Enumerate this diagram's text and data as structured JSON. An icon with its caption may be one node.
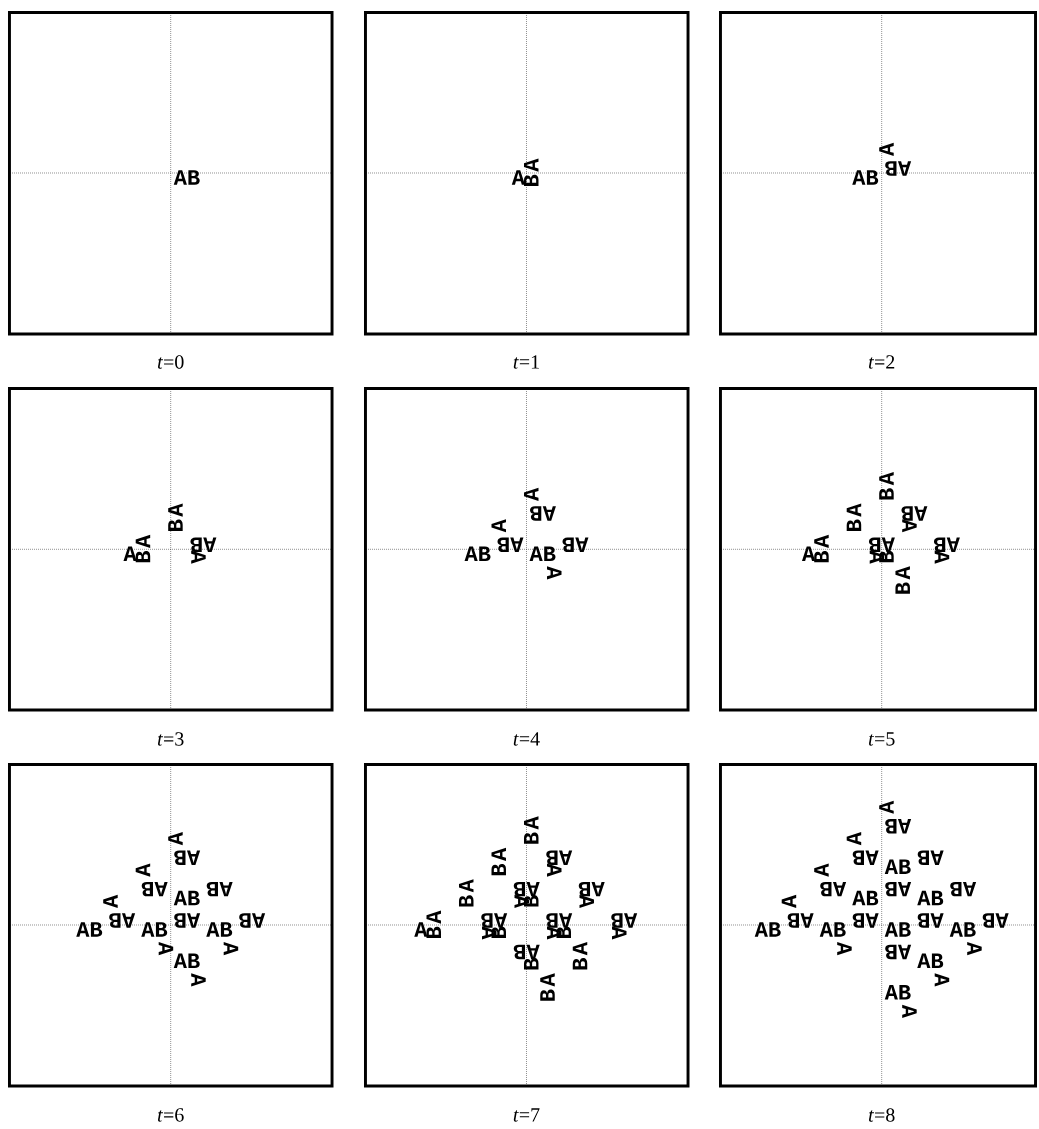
{
  "diagram": {
    "nodes": [
      {
        "text": [
          "AB"
        ],
        "beside": [
          "*t*=0"
        ]
      },
      {
        "text": [
          "A",
          "A",
          "B"
        ],
        "beside": [
          "*t*=1"
        ]
      },
      {
        "text": [
          "A",
          "AB",
          "AB"
        ],
        "beside": [
          "*t*=2"
        ]
      },
      {
        "text": [
          "A",
          "B",
          "A",
          "AB",
          "A",
          "B",
          "A"
        ],
        "beside": [
          "*t*=3"
        ]
      },
      {
        "text": [
          "A",
          "AB",
          "A",
          "AB",
          "AB",
          "AB",
          "AB",
          "A"
        ],
        "beside": [
          "*t*=4"
        ]
      },
      {
        "text": [
          "A",
          "B",
          "A",
          "AB",
          "B",
          "A",
          "A",
          "AB",
          "AB",
          "A",
          "B",
          "A",
          "B",
          "A",
          "A",
          "B"
        ],
        "beside": [
          "*t*=5"
        ]
      },
      {
        "text": [
          "A",
          "AB",
          "A",
          "AB",
          "AB",
          "A",
          "AB",
          "AB",
          "AB",
          "AB",
          "AB",
          "AB",
          "AB",
          "A",
          "A",
          "AB",
          "A"
        ],
        "beside": [
          "*t*=6"
        ]
      },
      {
        "text": [
          "A",
          "B",
          "A",
          "AB",
          "B",
          "A",
          "A",
          "AB",
          "AB",
          "B",
          "A",
          "B",
          "A",
          "A",
          "AB",
          "AB",
          "AB",
          "A",
          "B",
          "A",
          "B",
          "A",
          "B",
          "A",
          "AB",
          "A",
          "B",
          "B",
          "A",
          "B"
        ],
        "beside": [
          "*t*=7"
        ]
      },
      {
        "text": [
          "A",
          "AB",
          "A",
          "AB",
          "AB",
          "A",
          "AB",
          "AB",
          "AB",
          "AB",
          "A",
          "AB",
          "AB",
          "AB",
          "AB",
          "AB",
          "AB",
          "AB",
          "AB",
          "AB",
          "AB",
          "A",
          "AB",
          "A",
          "AB",
          "A",
          "AB",
          "A"
        ],
        "beside": [
          "*t*=8"
        ]
      }
    ]
  }
}
